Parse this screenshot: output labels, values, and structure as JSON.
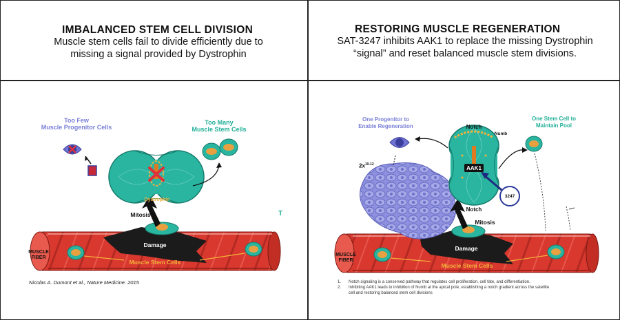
{
  "left": {
    "title": "IMBALANCED STEM CELL DIVISION",
    "subtitle_line1": "Muscle stem cells fail to divide efficiently due to",
    "subtitle_line2": "missing a signal provided by Dystrophin",
    "too_few_line1": "Too Few",
    "too_few_line2": "Muscle Progenitor Cells",
    "too_many_line1": "Too Many",
    "too_many_line2": "Muscle Stem Cells",
    "dystrophin": "Dystrophin",
    "mitosis": "Mitosis",
    "damage": "Damage",
    "muscle_fiber_line1": "MUSCLE",
    "muscle_fiber_line2": "FIBER",
    "stem_cells": "Muscle Stem Cells",
    "citation": "Nicolas A. Dumont et al., Nature Medicine. 2015"
  },
  "right": {
    "title": "RESTORING MUSCLE REGENERATION",
    "subtitle_line1": "SAT-3247 inhibits AAK1 to replace the missing Dystrophin",
    "subtitle_line2": "“signal” and reset balanced muscle stem divisions.",
    "progenitor_line1": "One Progenitor to",
    "progenitor_line2": "Enable Regeneration",
    "stem_pool_line1": "One Stem Cell to",
    "stem_pool_line2": "Maintain Pool",
    "notch_top": "Notch",
    "numb": "Numb",
    "aak1": "AAK1",
    "notch_bottom": "Notch",
    "drug": "3247",
    "multiplier": "2x",
    "multiplier_exp": "10-12",
    "mitosis": "Mitosis",
    "damage": "Damage",
    "muscle_fiber_line1": "MUSCLE",
    "muscle_fiber_line2": "FIBER",
    "stem_cells": "Muscle Stem Cells",
    "note1_num": "1.",
    "note1": "Notch signaling is a conserved pathway that regulates cell proliferation, cell fate, and differentiation.",
    "note2_num": "2.",
    "note2_line1": "Inhibiting AAK1 leads to inhibition of Numb at the apical pole, establishing a notch gradient across the satellite",
    "note2_line2": "cell and restoring balanced stem cell divisions"
  },
  "colors": {
    "purple": "#7a7fd6",
    "teal": "#1fae95",
    "muscle_red": "#d8382e",
    "orange": "#f6b23c",
    "blocked_red": "#e0303a"
  }
}
